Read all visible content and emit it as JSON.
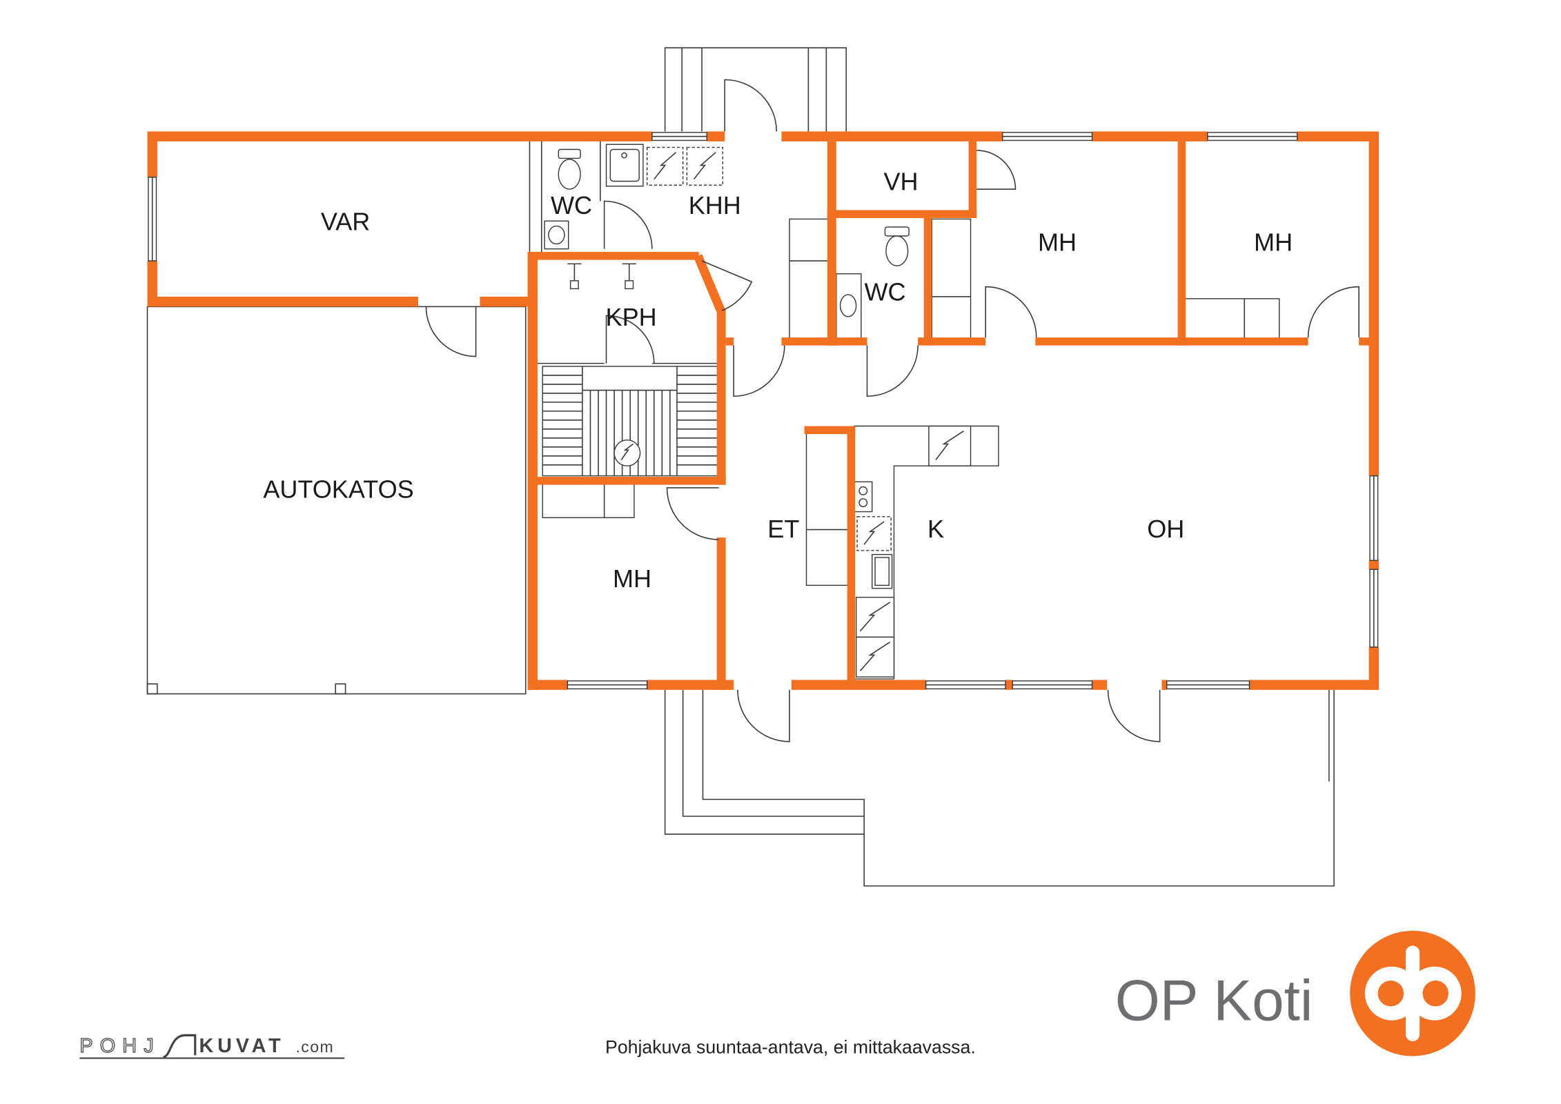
{
  "rooms": [
    {
      "label": "VAR"
    },
    {
      "label": "WC"
    },
    {
      "label": "KHH"
    },
    {
      "label": "VH"
    },
    {
      "label": "MH"
    },
    {
      "label": "MH"
    },
    {
      "label": "WC"
    },
    {
      "label": "KPH"
    },
    {
      "label": "AUTOKATOS"
    },
    {
      "label": "ET"
    },
    {
      "label": "K"
    },
    {
      "label": "OH"
    },
    {
      "label": "MH"
    }
  ],
  "brand": {
    "name": "OP Koti"
  },
  "caption": "Pohjakuva suuntaa-antava, ei mittakaavassa.",
  "credit": {
    "part1": "POHJ",
    "part2": "KUVAT",
    "part3": ".com"
  },
  "colors": {
    "wall": "#F37021",
    "line": "#3a3a3a",
    "label": "#1a1a1a",
    "brand_text": "#6d6e71",
    "logo": "#F37021"
  }
}
